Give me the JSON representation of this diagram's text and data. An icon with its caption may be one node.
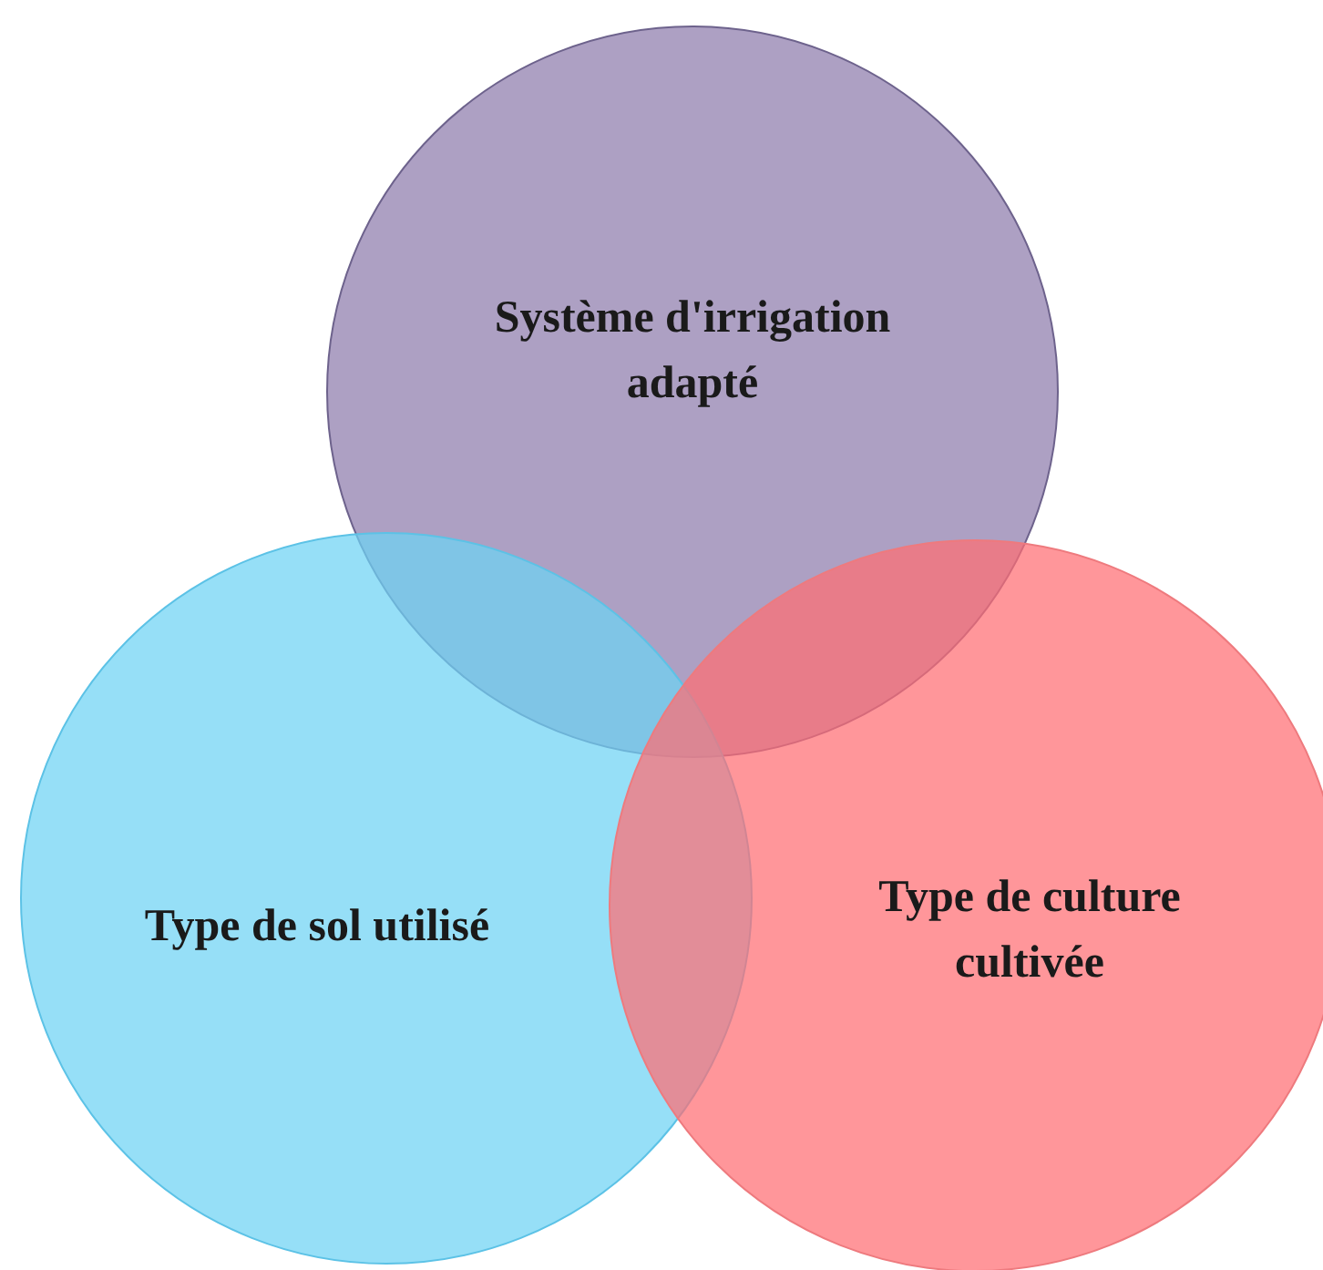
{
  "diagram": {
    "nodes": [
      {
        "text": [
          "Système d'irrigation adapté"
        ]
      },
      {
        "text": [
          "Type de sol utilisé"
        ]
      },
      {
        "text": [
          "Type de culture cultivée"
        ]
      }
    ]
  }
}
